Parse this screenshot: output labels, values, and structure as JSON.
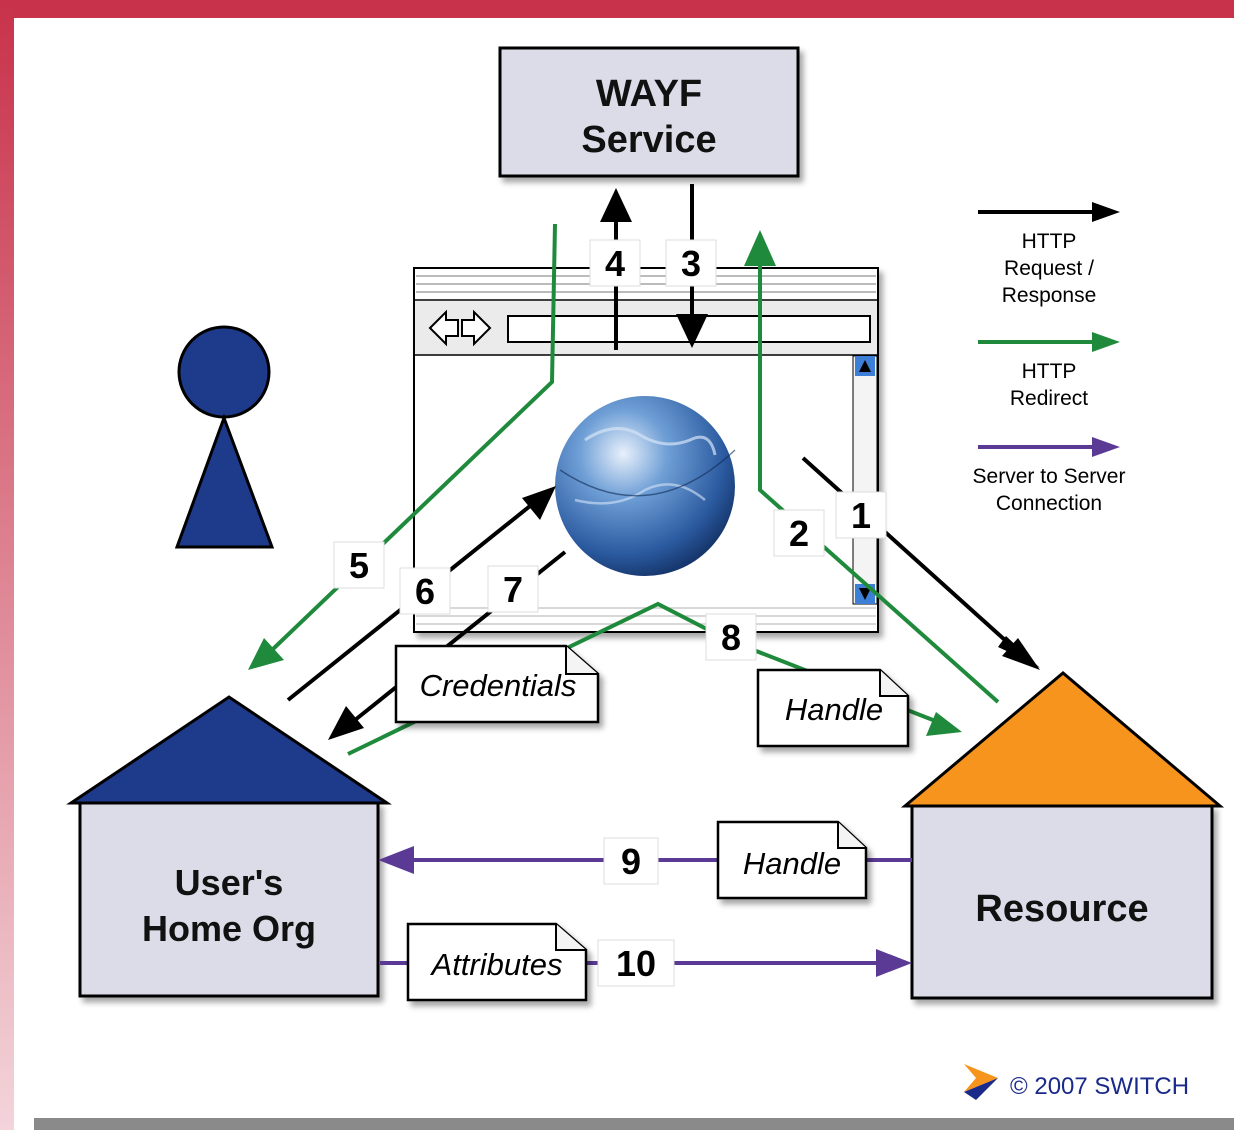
{
  "wayf": {
    "line1": "WAYF",
    "line2": "Service"
  },
  "home_org": {
    "line1": "User's",
    "line2": "Home Org"
  },
  "resource": {
    "label": "Resource"
  },
  "steps": [
    "1",
    "2",
    "3",
    "4",
    "5",
    "6",
    "7",
    "8",
    "9",
    "10"
  ],
  "notes": {
    "credentials": "Credentials",
    "handle_browser": "Handle",
    "handle_server": "Handle",
    "attributes": "Attributes"
  },
  "legend": {
    "http_request": {
      "line1": "HTTP",
      "line2": "Request /",
      "line3": "Response",
      "color": "#000000"
    },
    "http_redirect": {
      "line1": "HTTP",
      "line2": "Redirect",
      "color": "#1f8a3c"
    },
    "server_to_server": {
      "line1": "Server to Server",
      "line2": "Connection",
      "color": "#5b3a96"
    }
  },
  "copyright": "© 2007 SWITCH",
  "colors": {
    "box_fill": "#dcdce8",
    "home_roof": "#1e3a8a",
    "resource_roof": "#f7941d",
    "user_figure": "#1e3a8a",
    "accent_left": "#c8324a"
  }
}
